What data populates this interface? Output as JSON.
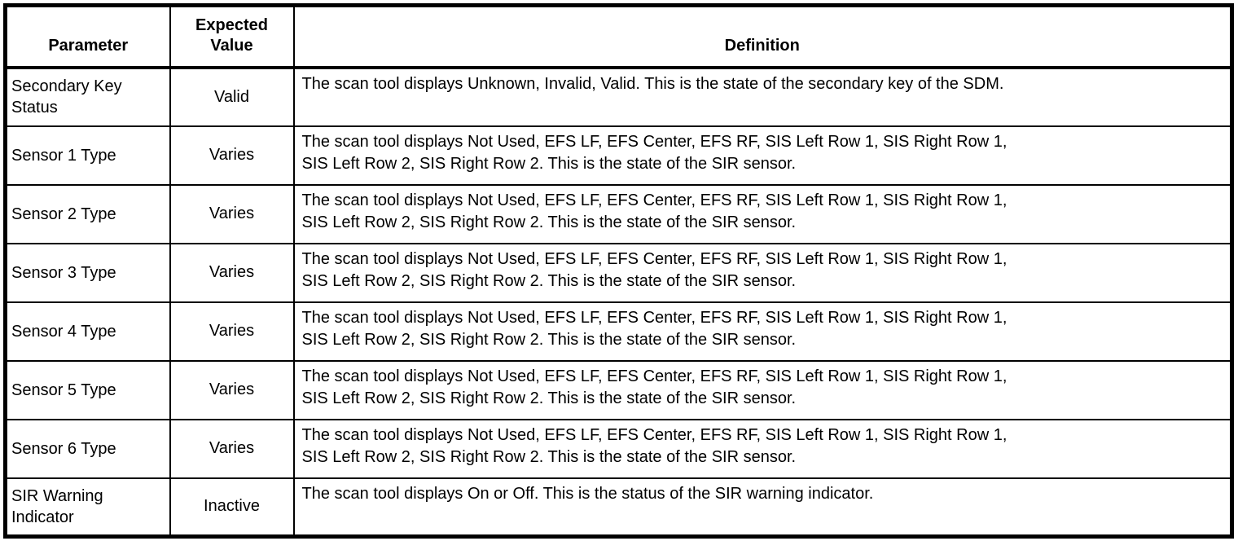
{
  "table": {
    "headers": {
      "parameter": "Parameter",
      "expected_value": "Expected Value",
      "definition": "Definition"
    },
    "rows": [
      {
        "parameter": "Secondary Key Status",
        "expected_value": "Valid",
        "definition": "The scan tool displays Unknown, Invalid, Valid. This is the state of the secondary key of the SDM."
      },
      {
        "parameter": "Sensor 1 Type",
        "expected_value": "Varies",
        "definition": "The scan tool displays Not Used, EFS LF, EFS Center, EFS RF, SIS Left Row 1, SIS Right Row 1,\nSIS Left Row 2, SIS Right Row 2. This is the state of the SIR sensor."
      },
      {
        "parameter": "Sensor 2 Type",
        "expected_value": "Varies",
        "definition": "The scan tool displays Not Used, EFS LF, EFS Center, EFS RF, SIS Left Row 1, SIS Right Row 1,\nSIS Left Row 2, SIS Right Row 2. This is the state of the SIR sensor."
      },
      {
        "parameter": "Sensor 3 Type",
        "expected_value": "Varies",
        "definition": "The scan tool displays Not Used, EFS LF, EFS Center, EFS RF, SIS Left Row 1, SIS Right Row 1,\nSIS Left Row 2, SIS Right Row 2. This is the state of the SIR sensor."
      },
      {
        "parameter": "Sensor 4 Type",
        "expected_value": "Varies",
        "definition": "The scan tool displays Not Used, EFS LF, EFS Center, EFS RF, SIS Left Row 1, SIS Right Row 1,\nSIS Left Row 2, SIS Right Row 2. This is the state of the SIR sensor."
      },
      {
        "parameter": "Sensor 5 Type",
        "expected_value": "Varies",
        "definition": "The scan tool displays Not Used, EFS LF, EFS Center, EFS RF, SIS Left Row 1, SIS Right Row 1,\nSIS Left Row 2, SIS Right Row 2. This is the state of the SIR sensor."
      },
      {
        "parameter": "Sensor 6 Type",
        "expected_value": "Varies",
        "definition": "The scan tool displays Not Used, EFS LF, EFS Center, EFS RF, SIS Left Row 1, SIS Right Row 1,\nSIS Left Row 2, SIS Right Row 2. This is the state of the SIR sensor."
      },
      {
        "parameter": "SIR Warning Indicator",
        "expected_value": "Inactive",
        "definition": "The scan tool displays On or Off. This is the status of the SIR warning indicator."
      }
    ]
  }
}
